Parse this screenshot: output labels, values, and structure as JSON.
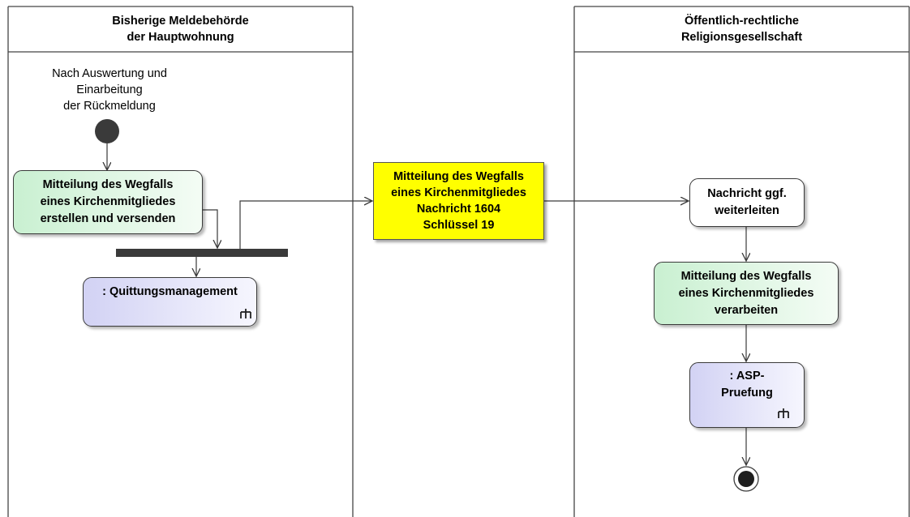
{
  "swimlanes": [
    {
      "lines": [
        "Bisherige Meldebehörde",
        "der Hauptwohnung"
      ]
    },
    {
      "lines": [
        "Öffentlich-rechtliche",
        "Religionsgesellschaft"
      ]
    }
  ],
  "start_label": [
    "Nach Auswertung und",
    "Einarbeitung",
    "der Rückmeldung"
  ],
  "activities": {
    "create_send": [
      "Mitteilung des Wegfalls",
      "eines Kirchenmitgliedes",
      "erstellen und versenden"
    ],
    "receipt_mgmt": [
      ": Quittungsmanagement"
    ],
    "forward": [
      "Nachricht ggf.",
      "weiterleiten"
    ],
    "process": [
      "Mitteilung des Wegfalls",
      "eines Kirchenmitgliedes",
      "verarbeiten"
    ],
    "asp_check": [
      ": ASP-",
      "Pruefung"
    ]
  },
  "message_note": [
    "Mitteilung des Wegfalls",
    "eines Kirchenmitgliedes",
    "Nachricht 1604",
    "Schlüssel 19"
  ],
  "colors": {
    "note_fill": "#ffff00",
    "green_activity": "#c9f0d1",
    "purple_activity": "#d2d2f4",
    "lines": "#3a3a3a"
  },
  "icons": [
    "rake-icon"
  ]
}
